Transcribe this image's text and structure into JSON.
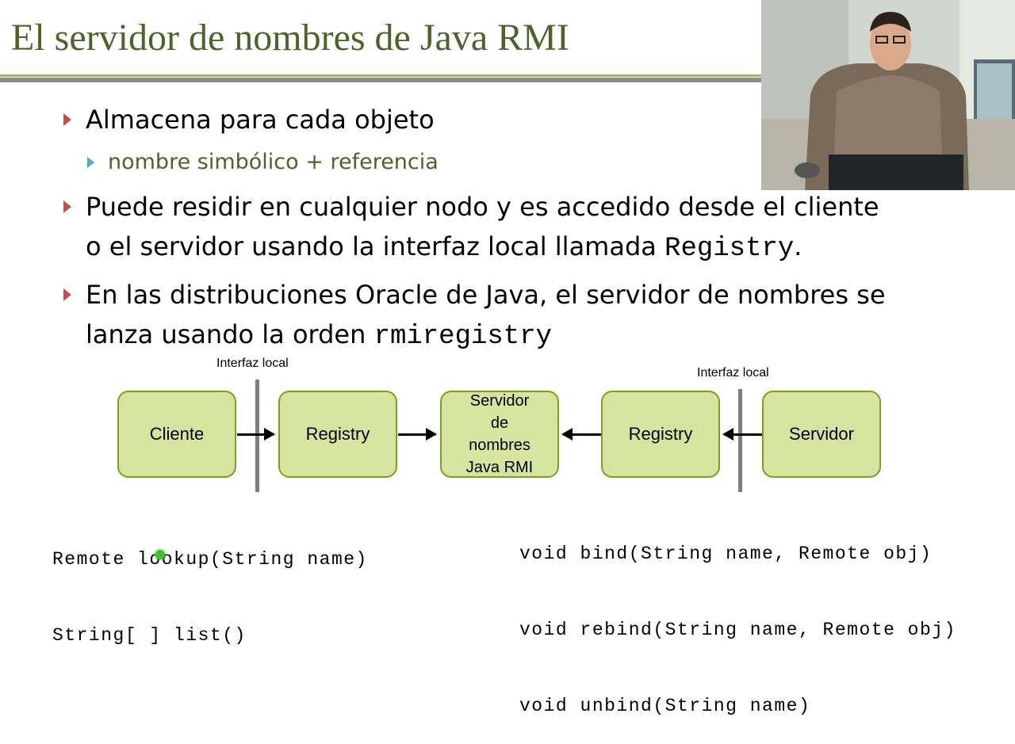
{
  "slide": {
    "title": "El servidor de nombres de Java RMI",
    "bullets": [
      {
        "text": "Almacena para cada objeto"
      },
      {
        "text": "nombre simbólico + referencia"
      },
      {
        "line1": "Puede residir en cualquier nodo y es accedido desde el cliente",
        "line2_pre": "o el servidor usando la interfaz local llamada ",
        "line2_code": "Registry",
        "line2_post": "."
      },
      {
        "line1": "En las distribuciones Oracle de Java, el servidor de nombres se",
        "line2_pre": "lanza usando la orden ",
        "line2_code": "rmiregistry"
      }
    ]
  },
  "diagram": {
    "label_left": "Interfaz local",
    "label_right": "Interfaz local",
    "box_cliente": "Cliente",
    "box_registry_left": "Registry",
    "box_servidor_nombres": [
      "Servidor",
      "de",
      "nombres",
      "Java RMI"
    ],
    "box_registry_right": "Registry",
    "box_servidor": "Servidor"
  },
  "code_client": [
    "Remote lookup(String name)",
    "String[ ] list()"
  ],
  "code_server": [
    "void bind(String name, Remote obj)",
    "void rebind(String name, Remote obj)",
    "void unbind(String name)"
  ],
  "colors": {
    "title": "#4f6228",
    "accent": "#9bbb59",
    "box_fill": "#d7e4a0",
    "box_border": "#7f9f1f",
    "bullet_mark": "#c0504d",
    "sub_mark": "#4bacc6"
  }
}
